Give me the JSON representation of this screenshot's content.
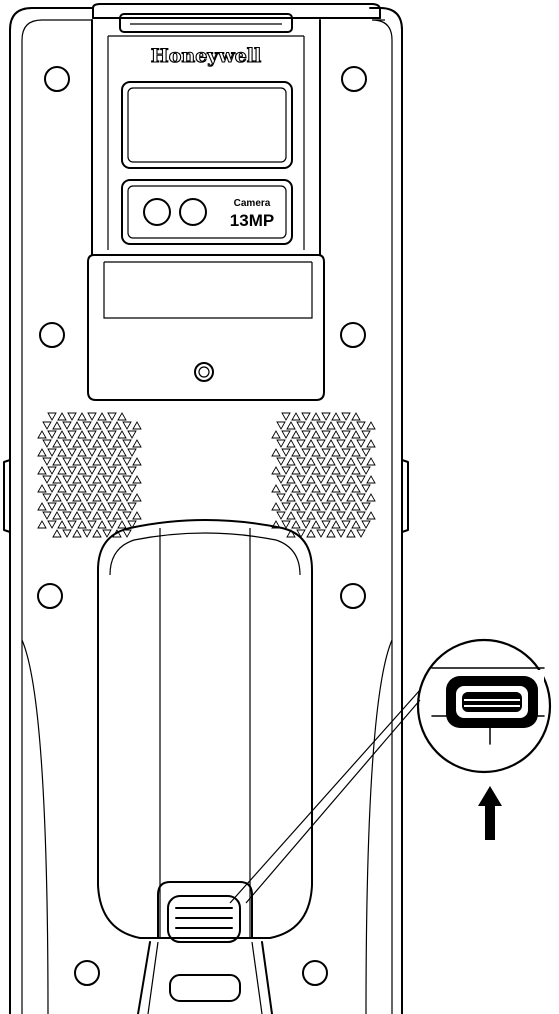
{
  "device": {
    "brand_label": "Honeywell",
    "camera_label_top": "Camera",
    "camera_label_bottom": "13MP"
  },
  "callout": {
    "icon": "battery-latch-detail",
    "arrow_icon": "arrow-up-icon",
    "fill_color": "#000000"
  }
}
